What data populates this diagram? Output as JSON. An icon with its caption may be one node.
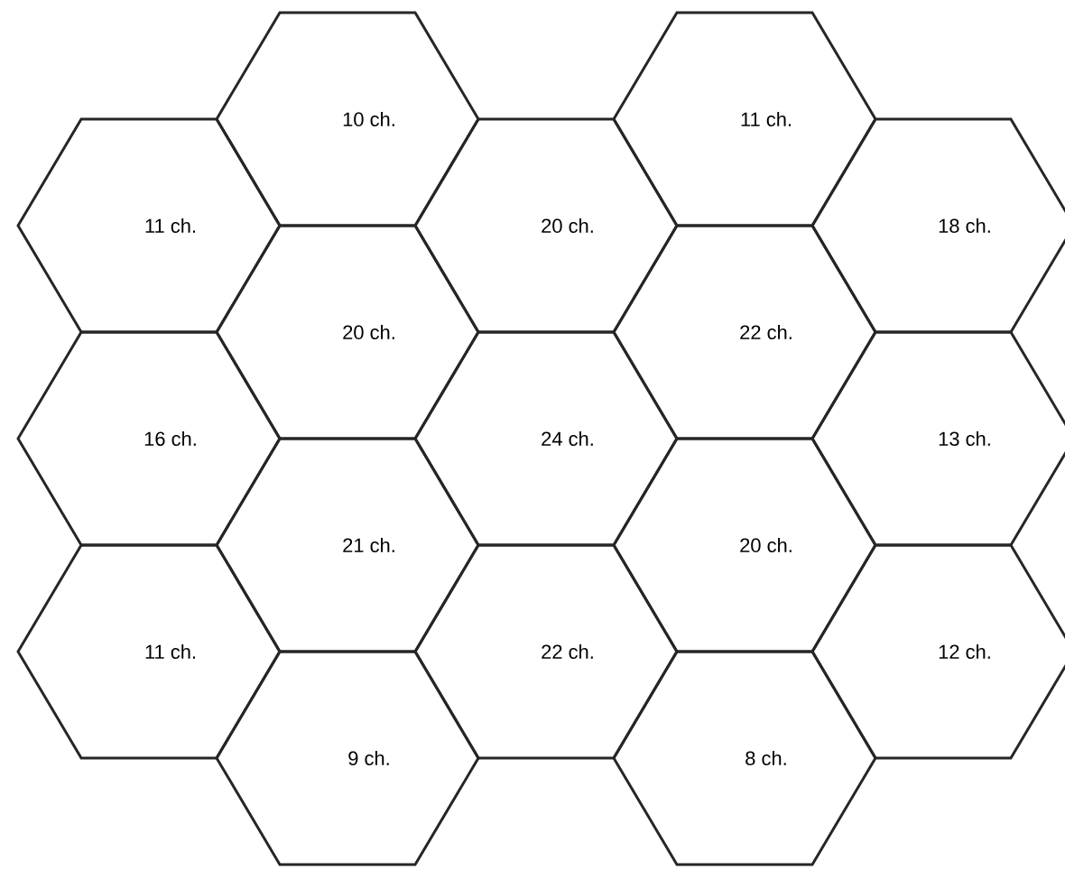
{
  "diagram": {
    "nodes": [
      {
        "text": [
          "10 ch."
        ]
      },
      {
        "text": [
          "11 ch."
        ]
      },
      {
        "text": [
          "11 ch."
        ]
      },
      {
        "text": [
          "20 ch."
        ]
      },
      {
        "text": [
          "18 ch."
        ]
      },
      {
        "text": [
          "20 ch."
        ]
      },
      {
        "text": [
          "22 ch."
        ]
      },
      {
        "text": [
          "16 ch."
        ]
      },
      {
        "text": [
          "24 ch."
        ]
      },
      {
        "text": [
          "13 ch."
        ]
      },
      {
        "text": [
          "21 ch."
        ]
      },
      {
        "text": [
          "20 ch."
        ]
      },
      {
        "text": [
          "11 ch."
        ]
      },
      {
        "text": [
          "22 ch."
        ]
      },
      {
        "text": [
          "12 ch."
        ]
      },
      {
        "text": [
          "9 ch."
        ]
      },
      {
        "text": [
          "8 ch."
        ]
      }
    ]
  }
}
